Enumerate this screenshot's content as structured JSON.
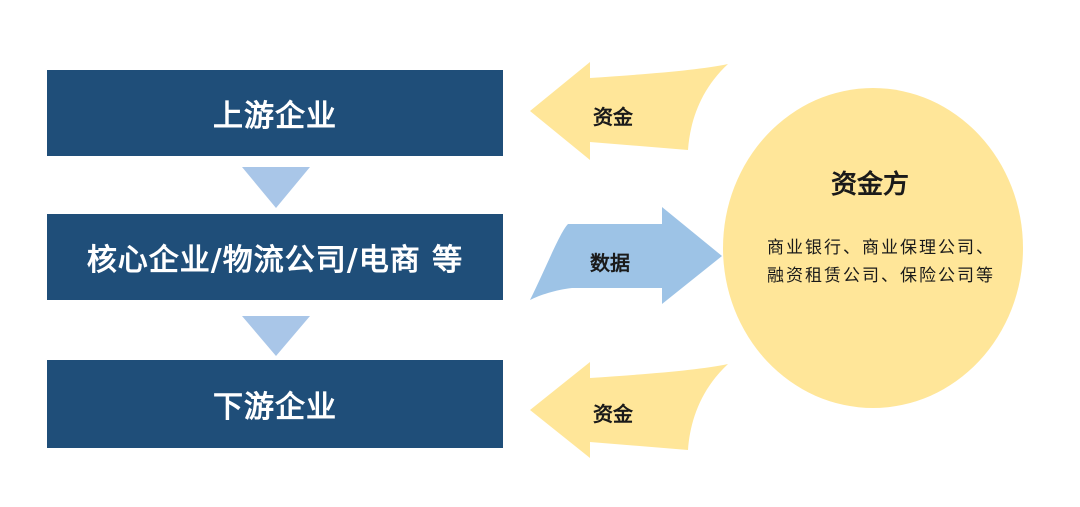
{
  "boxes": {
    "upstream": "上游企业",
    "core": "核心企业/物流公司/电商 等",
    "downstream": "下游企业"
  },
  "arrows": {
    "fund_top": "资金",
    "data": "数据",
    "fund_bottom": "资金"
  },
  "funder": {
    "title": "资金方",
    "description": "商业银行、商业保理公司、融资租赁公司、保险公司等"
  },
  "colors": {
    "box": "#1f4e79",
    "down_arrow": "#a9c6e8",
    "data_arrow": "#9dc3e6",
    "fund_arrow": "#ffe699",
    "ellipse": "#ffe699"
  }
}
